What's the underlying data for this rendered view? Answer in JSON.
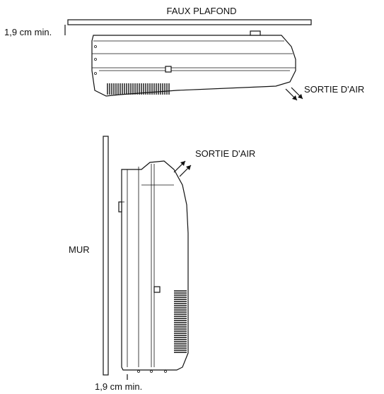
{
  "top_view": {
    "ceiling_label": "FAUX PLAFOND",
    "clearance_label": "1,9 cm min.",
    "airflow_label": "SORTIE D'AIR"
  },
  "side_view": {
    "wall_label": "MUR",
    "clearance_label": "1,9 cm min.",
    "airflow_label": "SORTIE D'AIR"
  }
}
